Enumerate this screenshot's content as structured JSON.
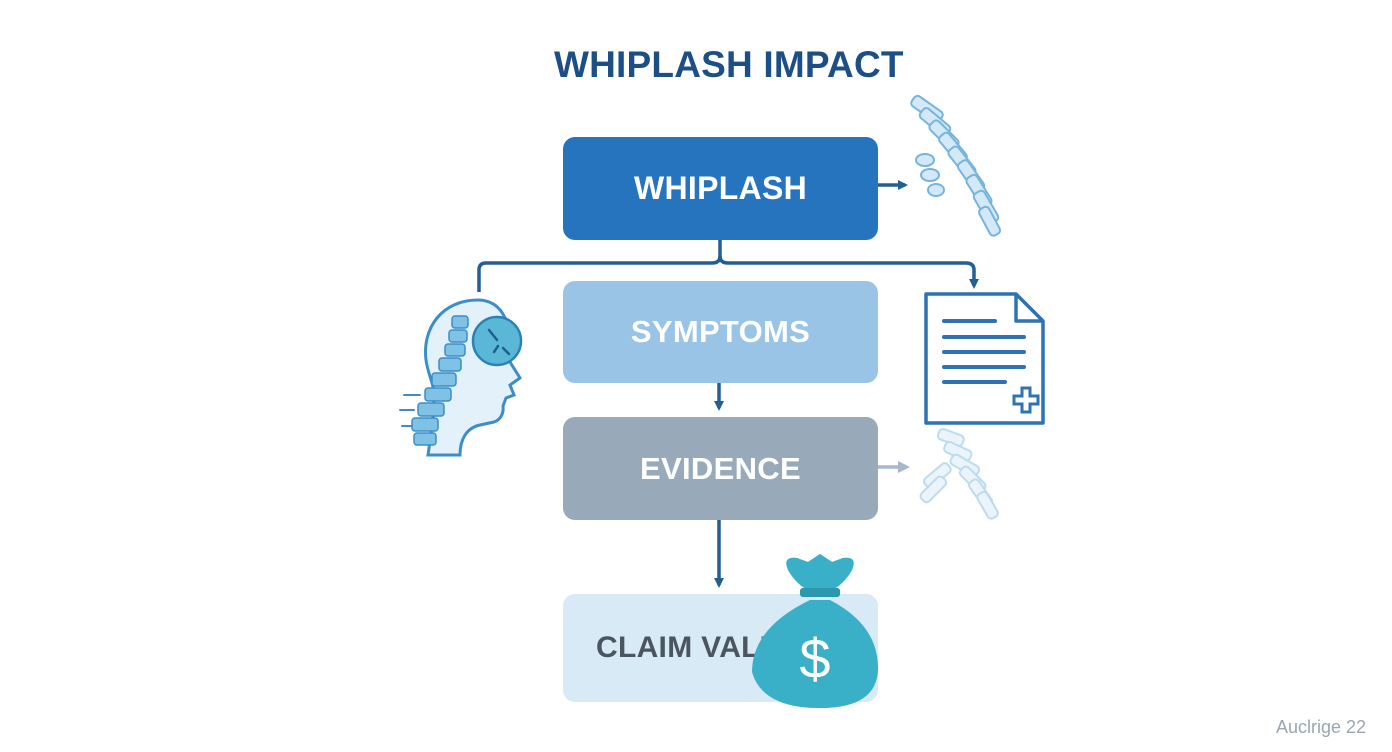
{
  "title": "WHIPLASH IMPACT",
  "steps": {
    "whiplash": "WHIPLASH",
    "symptoms": "SYMPTOMS",
    "evidence": "EVIDENCE",
    "claim_value": "CLAIM VALU"
  },
  "icons": {
    "top_right": "spine-icon",
    "left": "head-spine-icon",
    "right": "medical-document-icon",
    "mid_right": "faded-spine-icon",
    "bottom": "money-bag-icon",
    "money_symbol": "$"
  },
  "footer_text": "Auclrige 22",
  "colors": {
    "title": "#1c4f86",
    "whiplash_box": "#2574bd",
    "symptoms_box": "#99c4e6",
    "evidence_box": "#98a9ba",
    "claim_box": "#d8eaf6",
    "connector": "#235f92",
    "money_bag": "#3ab0c8"
  }
}
